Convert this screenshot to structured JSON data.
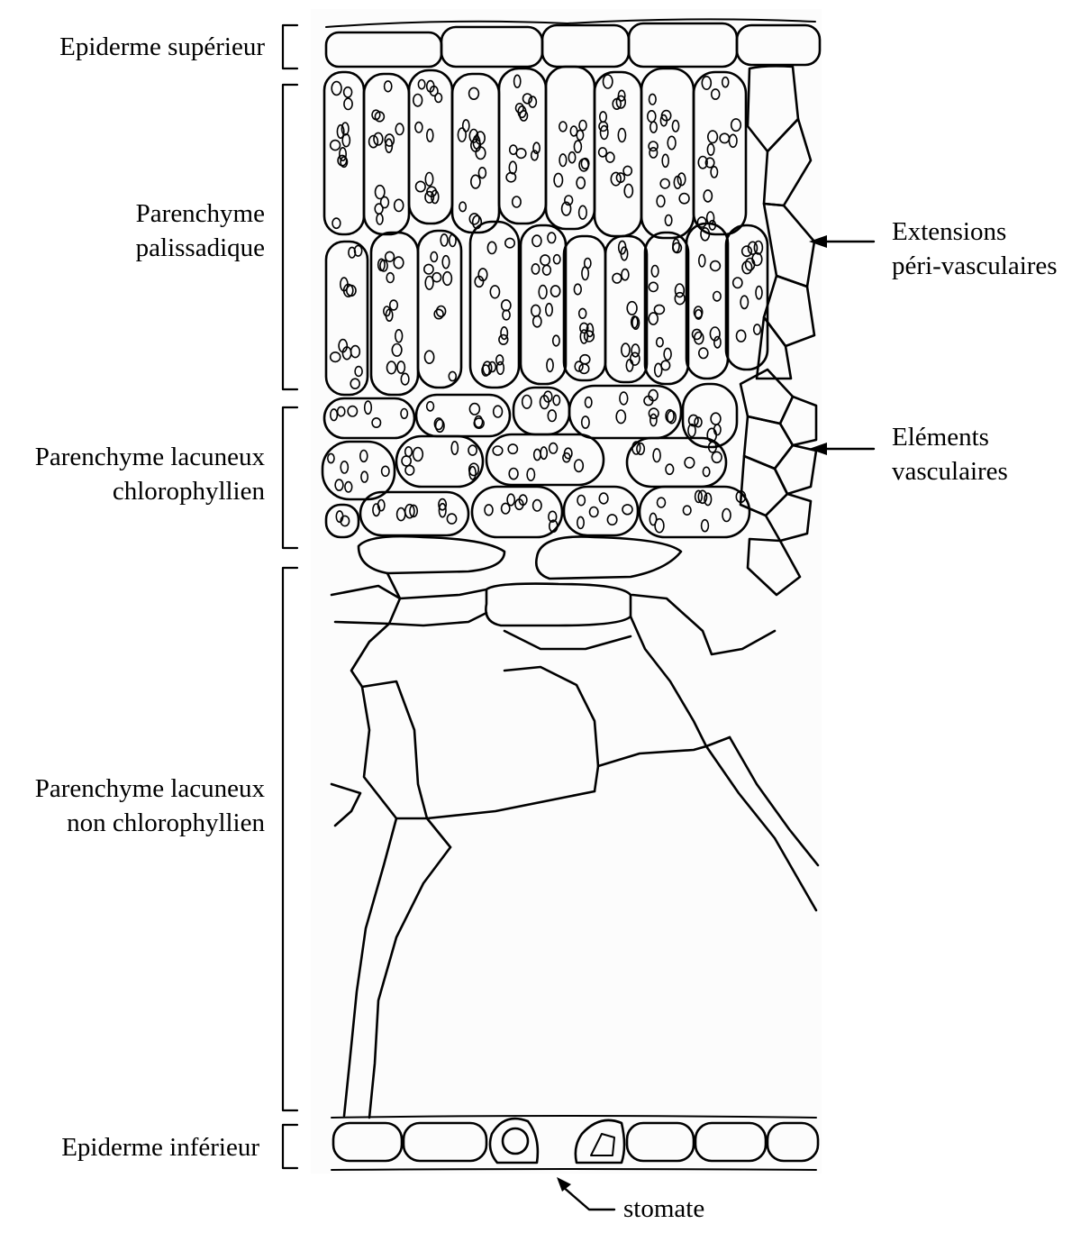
{
  "labels": {
    "epiderme_superieur": "Epiderme supérieur",
    "parenchyme_palissadique": [
      "Parenchyme",
      "palissadique"
    ],
    "parenchyme_lacuneux_chloro": [
      "Parenchyme lacuneux",
      "chlorophyllien"
    ],
    "parenchyme_lacuneux_non_chloro": [
      "Parenchyme lacuneux",
      "non chlorophyllien"
    ],
    "epiderme_inferieur": "Epiderme inférieur",
    "extensions": [
      "Extensions",
      "péri-vasculaires"
    ],
    "elements_vasculaires": [
      "Eléments",
      "vasculaires"
    ],
    "stomate": "stomate"
  },
  "colors": {
    "ink": "#000000",
    "paper": "#ffffff",
    "tissue": "#fcfcfc"
  }
}
